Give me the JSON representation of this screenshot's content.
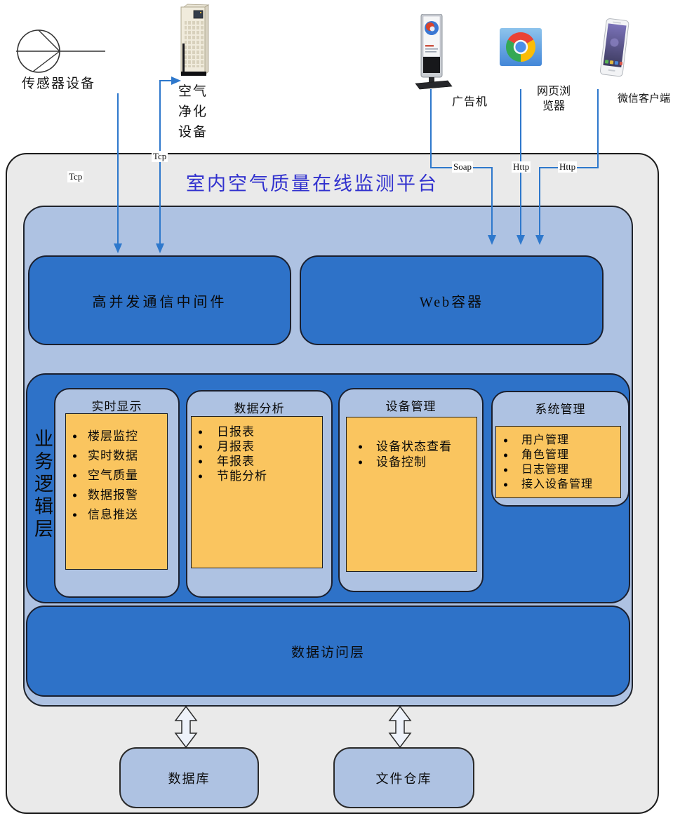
{
  "devices": [
    {
      "id": "sensor",
      "label": "传感器设备"
    },
    {
      "id": "air-purifier",
      "label": "空气净化设备",
      "label_lines": [
        "空气",
        "净化",
        "设备"
      ]
    },
    {
      "id": "ad-kiosk",
      "label": "广告机"
    },
    {
      "id": "web-browser",
      "label": "网页浏览器",
      "label_lines": [
        "网页浏",
        "览器"
      ]
    },
    {
      "id": "wechat-client",
      "label": "微信客户端"
    }
  ],
  "connections": {
    "sensor_to_platform": "Tcp",
    "platform_to_purifier": "Tcp",
    "kiosk_to_web": "Soap",
    "browser_to_web": "Http",
    "wechat_to_web": "Http"
  },
  "platform": {
    "title": "室内空气质量在线监测平台",
    "middleware": "高并发通信中间件",
    "web_container": "Web容器",
    "business_layer": {
      "label": "业务逻辑层",
      "modules": [
        {
          "title": "实时显示",
          "items": [
            "楼层监控",
            "实时数据",
            "空气质量",
            "数据报警",
            "信息推送"
          ]
        },
        {
          "title": "数据分析",
          "items": [
            "日报表",
            "月报表",
            "年报表",
            "节能分析"
          ]
        },
        {
          "title": "设备管理",
          "items": [
            "设备状态查看",
            "设备控制"
          ]
        },
        {
          "title": "系统管理",
          "items": [
            "用户管理",
            "角色管理",
            "日志管理",
            "接入设备管理"
          ]
        }
      ]
    },
    "data_access_layer": "数据访问层"
  },
  "storage": [
    "数据库",
    "文件仓库"
  ],
  "colors": {
    "box_blue": "#2e72c8",
    "panel_blue": "#aec2e2",
    "highlight_orange": "#fac55f",
    "title_blue": "#3131ce",
    "connector_blue": "#2e78cc",
    "background_gray": "#eaeaea"
  }
}
